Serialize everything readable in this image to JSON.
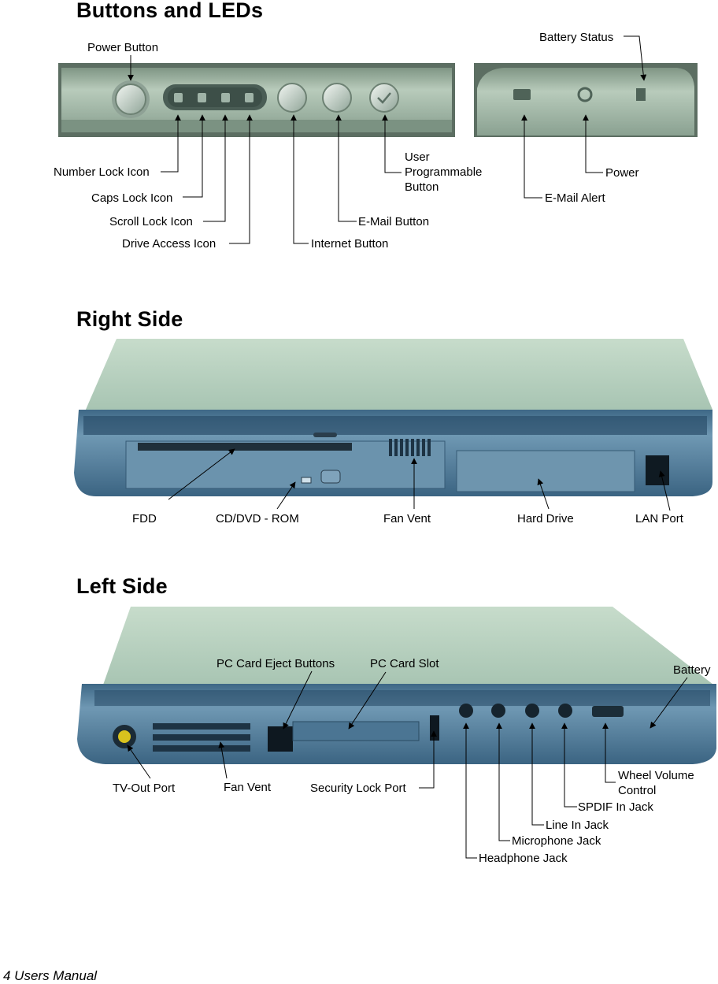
{
  "sections": {
    "buttons_leds": {
      "title": "Buttons and LEDs",
      "labels": {
        "power_button": "Power Button",
        "battery_status": "Battery Status",
        "number_lock_icon": "Number Lock Icon",
        "caps_lock_icon": "Caps Lock Icon",
        "scroll_lock_icon": "Scroll Lock Icon",
        "drive_access_icon": "Drive Access Icon",
        "user_programmable_button": "User\nProgrammable\nButton",
        "email_button": "E-Mail Button",
        "internet_button": "Internet Button",
        "power": "Power",
        "email_alert": "E-Mail Alert"
      }
    },
    "right_side": {
      "title": "Right Side",
      "labels": {
        "fdd": "FDD",
        "cd_dvd_rom": "CD/DVD - ROM",
        "fan_vent": "Fan Vent",
        "hard_drive": "Hard Drive",
        "lan_port": "LAN Port"
      }
    },
    "left_side": {
      "title": "Left Side",
      "labels": {
        "pc_card_eject_buttons": "PC Card Eject Buttons",
        "pc_card_slot": "PC Card Slot",
        "battery": "Battery",
        "tv_out_port": "TV-Out Port",
        "fan_vent": "Fan Vent",
        "security_lock_port": "Security Lock Port",
        "wheel_volume_control": "Wheel Volume\nControl",
        "spdif_in_jack": "SPDIF In Jack",
        "line_in_jack": "Line In Jack",
        "microphone_jack": "Microphone Jack",
        "headphone_jack": "Headphone Jack"
      }
    }
  },
  "footer": "4  Users Manual",
  "colors": {
    "panel_green": "#a9bfae",
    "panel_dark": "#6e8576",
    "lid_green": "#b9d3c2",
    "base_blue": "#5a86a3",
    "base_dark": "#2e5470",
    "base_light": "#82a6bd"
  }
}
